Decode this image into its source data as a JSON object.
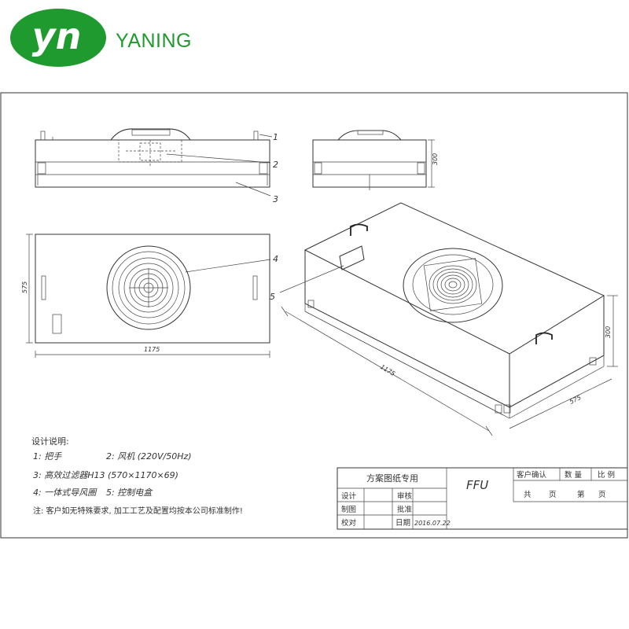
{
  "brand": {
    "name": "YANING",
    "logo_letters": "yn",
    "brand_color": "#1f9a2e"
  },
  "drawing": {
    "callouts": [
      "1",
      "2",
      "3",
      "4",
      "5"
    ],
    "dimensions": {
      "height": "300",
      "width": "575",
      "length": "1175",
      "iso_height": "300",
      "iso_length": "1175",
      "iso_width": "575"
    },
    "notes": {
      "title": "设计说明:",
      "line1_a": "1: 把手",
      "line1_b": "2: 风机 (220V/50Hz)",
      "line2": "3: 高效过滤器H13 (570×1170×69)",
      "line3_a": "4: 一体式导风圈",
      "line3_b": "5: 控制电盒",
      "line4": "注: 客户如无特殊要求, 加工工艺及配置均按本公司标准制作!"
    },
    "title_block": {
      "scheme": "方案图纸专用",
      "product": "FFU",
      "design": "设计",
      "review": "审核",
      "draw": "制图",
      "approve": "批准",
      "check": "校对",
      "date_label": "日期",
      "date": "2016.07.22",
      "confirm": "客户确认",
      "quantity": "数 量",
      "ratio": "比 例",
      "total": "共",
      "page1": "页",
      "nth": "第",
      "page2": "页"
    }
  }
}
